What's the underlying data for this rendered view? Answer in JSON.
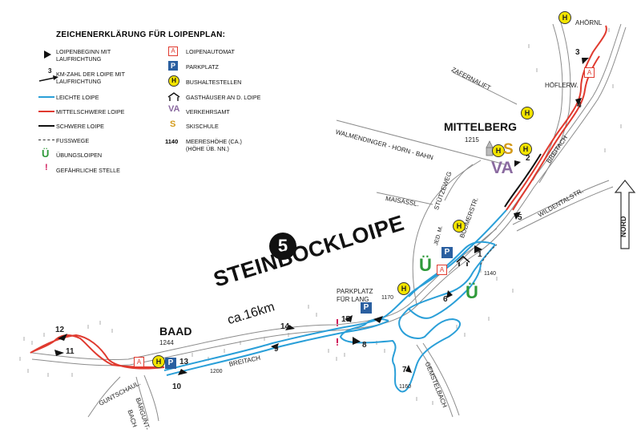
{
  "legend": {
    "title": "ZEICHENERKLÄRUNG FÜR LOIPENPLAN:",
    "items_left": [
      {
        "label": "LOIPENBEGINN MIT LAUFRICHTUNG",
        "symbol": "start-arrow"
      },
      {
        "label": "KM-ZAHL DER LOIPE MIT LAUFRICHTUNG",
        "symbol": "km-arrow",
        "number": "3"
      },
      {
        "label": "LEICHTE LOIPE",
        "symbol": "line-blue"
      },
      {
        "label": "MITTELSCHWERE LOIPE",
        "symbol": "line-red"
      },
      {
        "label": "SCHWERE LOIPE",
        "symbol": "line-black"
      },
      {
        "label": "FUSSWEGE",
        "symbol": "dashed"
      },
      {
        "label": "ÜBUNGSLOIPEN",
        "symbol": "uebung",
        "glyph": "Ü"
      },
      {
        "label": "GEFÄHRLICHE STELLE",
        "symbol": "danger",
        "glyph": "!"
      }
    ],
    "items_right": [
      {
        "label": "LOIPENAUTOMAT",
        "symbol": "automat",
        "glyph": "A"
      },
      {
        "label": "PARKPLATZ",
        "symbol": "parking",
        "glyph": "P"
      },
      {
        "label": "BUSHALTESTELLEN",
        "symbol": "bus",
        "glyph": "H"
      },
      {
        "label": "GASTHÄUSER AN D. LOIPE",
        "symbol": "inn"
      },
      {
        "label": "VERKEHRSAMT",
        "symbol": "va",
        "glyph": "VA"
      },
      {
        "label": "SKISCHULE",
        "symbol": "skischule",
        "glyph": "S"
      },
      {
        "label": "MEERESHÖHE (ca.) (HÖHE ÜB. NN.)",
        "symbol": "elev",
        "number": "1140"
      }
    ]
  },
  "route": {
    "number": "5",
    "name": "STEINBOCKLOIPE",
    "length": "ca.16km"
  },
  "places": {
    "mittelberg": "MITTELBERG",
    "mittelberg_elev": "1215",
    "baad": "BAAD",
    "baad_elev": "1244",
    "parkplatz_lang": "PARKPLATZ FÜR LANG",
    "parkplatz_lang_elev": "1170"
  },
  "streets": {
    "ahoernl": "AHÖRNL",
    "zafernalift": "ZAFERNALIFT",
    "hoeflerw": "HÖFLERW.",
    "walmendinger": "WALMENDINGER - HORN - BAHN",
    "breitach_top": "BREITACH",
    "stuetzeweg": "STÜTZEWEG",
    "maisaessl": "MAISÄSSL.",
    "boedmerstr": "BÖDMERSTR.",
    "jed": "JED. M.",
    "wildentalstr": "WILDENTALSTR.",
    "gemstelbach": "GEMSTELBACH",
    "breitach_bottom": "BREITACH",
    "guntschaul": "GUNTSCHAUL.",
    "baergunt": "BÄRGUNT-",
    "bach": "BACH",
    "nord": "NORD"
  },
  "km_markers": [
    "1",
    "2",
    "3",
    "4",
    "5",
    "6",
    "7",
    "8",
    "9",
    "10",
    "11",
    "12",
    "13",
    "14",
    "15"
  ],
  "elevations": {
    "e1140": "1140",
    "e1160": "1160",
    "e1200": "1200"
  },
  "symbols": {
    "automat": "A",
    "parking": "P",
    "bus": "H",
    "skischule": "S",
    "va": "VA",
    "uebung": "Ü"
  },
  "colors": {
    "easy": "#2a9fd8",
    "medium": "#e03a2f",
    "hard": "#111111",
    "automat": "#e03a2f",
    "parking": "#2a5fa0",
    "bus": "#f3e400",
    "skischule": "#d39a1a",
    "va": "#8a6aa0",
    "uebung": "#2f9a3a",
    "road": "#8c8c8c"
  }
}
